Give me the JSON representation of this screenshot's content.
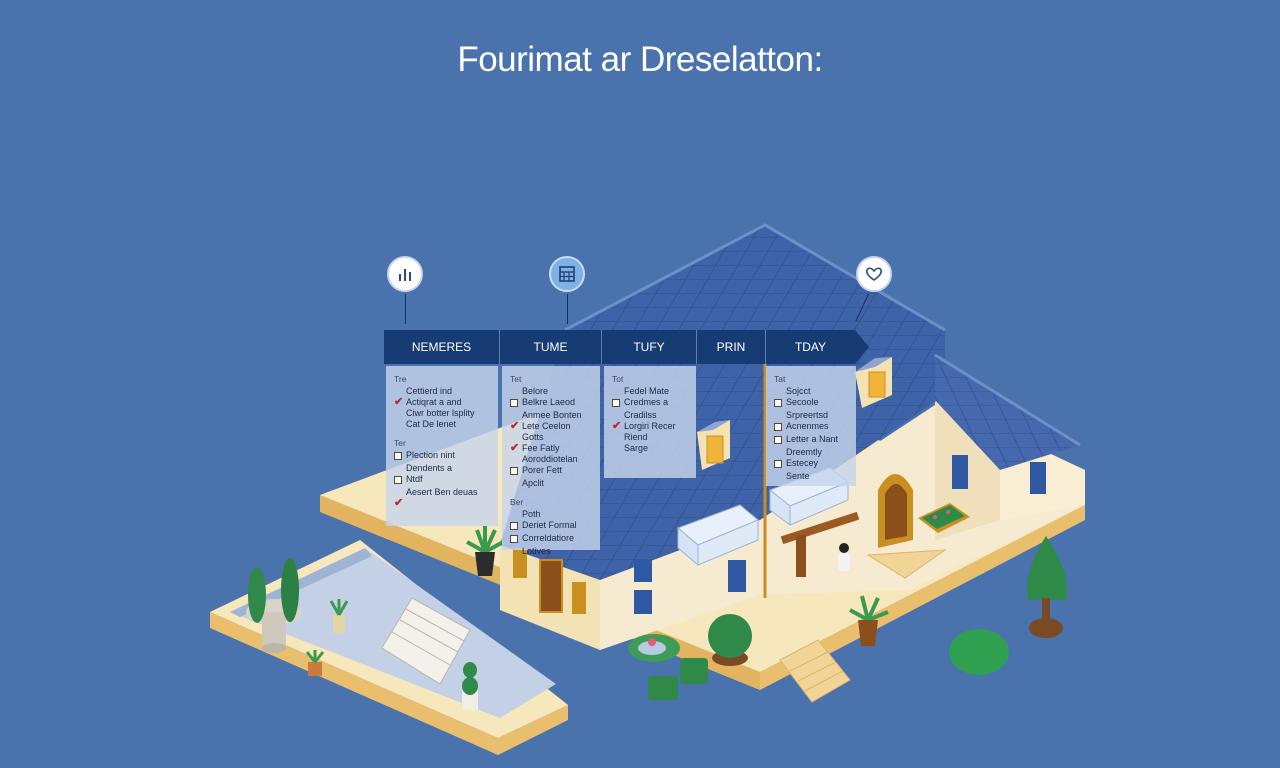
{
  "title": "Fourimat ar Dreselatton:",
  "icons": [
    {
      "name": "bar-chart-icon"
    },
    {
      "name": "calculator-icon"
    },
    {
      "name": "heart-icon"
    }
  ],
  "tabs": [
    "NEMERES",
    "TUME",
    "TUFY",
    "PRIN",
    "TDAY"
  ],
  "panels": [
    {
      "groups": [
        {
          "header": "Tre",
          "rows": [
            {
              "mark": "blank",
              "text": "Cettierd ind"
            },
            {
              "mark": "check",
              "text": "Actiqrat a and"
            },
            {
              "mark": "blank",
              "text": "Ciwr botter lsplity"
            },
            {
              "mark": "blank",
              "text": "Cat De lenet"
            }
          ]
        },
        {
          "header": "Ter",
          "rows": [
            {
              "mark": "box",
              "text": "Plection nint"
            },
            {
              "mark": "blank",
              "text": "Dendents a"
            },
            {
              "mark": "box",
              "text": "Ntdf"
            },
            {
              "mark": "blank",
              "text": "Aesert Ben deuas"
            },
            {
              "mark": "check",
              "text": ""
            }
          ]
        }
      ]
    },
    {
      "groups": [
        {
          "header": "Tet",
          "rows": [
            {
              "mark": "blank",
              "text": "Belore"
            },
            {
              "mark": "box",
              "text": "Belkre Laeod"
            },
            {
              "mark": "blank",
              "text": "Anmee Bonten"
            },
            {
              "mark": "check",
              "text": "Lete Ceelon"
            },
            {
              "mark": "blank",
              "text": "Gotts"
            },
            {
              "mark": "check",
              "text": "Fee Fatly"
            },
            {
              "mark": "blank",
              "text": "Aoroddiotelan"
            },
            {
              "mark": "box",
              "text": "Porer Fett"
            },
            {
              "mark": "blank",
              "text": "Apclit"
            }
          ]
        },
        {
          "header": "Ber",
          "rows": [
            {
              "mark": "blank",
              "text": "Poth"
            },
            {
              "mark": "box",
              "text": "Deriet Formal"
            },
            {
              "mark": "box",
              "text": "Correldatiore"
            },
            {
              "mark": "blank",
              "text": "Lotives"
            }
          ]
        }
      ]
    },
    {
      "groups": [
        {
          "header": "Tot",
          "rows": [
            {
              "mark": "blank",
              "text": "Fedel Mate"
            },
            {
              "mark": "box",
              "text": "Credmes a"
            },
            {
              "mark": "blank",
              "text": "Cradilss"
            },
            {
              "mark": "check",
              "text": "Lorgiri Recer"
            },
            {
              "mark": "blank",
              "text": "Riend"
            },
            {
              "mark": "blank",
              "text": "Sarge"
            }
          ]
        }
      ]
    },
    {
      "groups": [
        {
          "header": "Tat",
          "rows": [
            {
              "mark": "blank",
              "text": "Sojcct"
            },
            {
              "mark": "box",
              "text": "Secoole"
            },
            {
              "mark": "blank",
              "text": "Srpreertsd"
            },
            {
              "mark": "box",
              "text": "Acnenmes"
            },
            {
              "mark": "box",
              "text": "Letter a Nant"
            },
            {
              "mark": "blank",
              "text": "Dreemtly"
            },
            {
              "mark": "box",
              "text": "Estecey"
            },
            {
              "mark": "blank",
              "text": "Sente"
            }
          ]
        }
      ]
    }
  ],
  "colors": {
    "background": "#4a72ad",
    "tab": "#173b73",
    "roof": "#3f63a8",
    "wall": "#f7edcf",
    "base": "#f2d596",
    "pool": "#c3d0e6",
    "plant": "#2f8a4a",
    "check": "#c12a2a"
  }
}
